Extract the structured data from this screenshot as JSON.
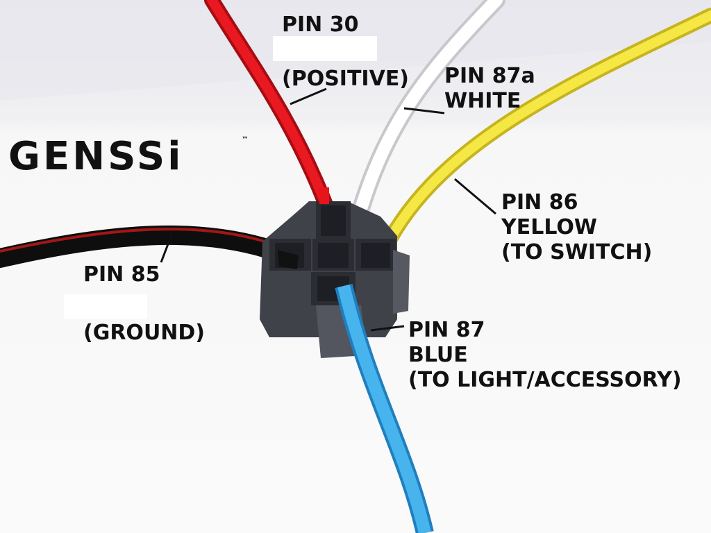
{
  "logo": {
    "text": "GENSSi",
    "trademark": "™"
  },
  "labels": {
    "pin30": {
      "pin": "PIN 30",
      "note": "(POSITIVE)"
    },
    "pin87a": {
      "pin": "PIN 87a",
      "color": "WHITE"
    },
    "pin86": {
      "pin": "PIN 86",
      "color": "YELLOW",
      "note": "(TO SWITCH)"
    },
    "pin85": {
      "pin": "PIN 85",
      "note": "(GROUND)"
    },
    "pin87": {
      "pin": "PIN 87",
      "color": "BLUE",
      "note": "(TO LIGHT/ACCESSORY)"
    }
  },
  "wire_colors": {
    "red": "#e8141c",
    "white": "#fafafa",
    "yellow": "#f4e640",
    "black": "#141414",
    "blue": "#3aa8e6"
  },
  "socket_color": "#4a4d55"
}
